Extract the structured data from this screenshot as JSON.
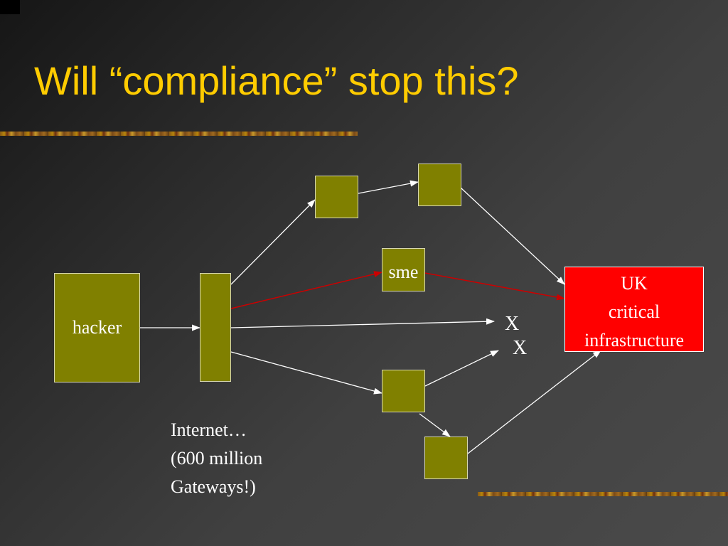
{
  "title": "Will “compliance” stop this?",
  "nodes": {
    "hacker": "hacker",
    "sme": "sme",
    "target_lines": [
      "UK",
      "critical",
      "infrastructure"
    ]
  },
  "blocked_marks": [
    "X",
    "X"
  ],
  "internet_note_lines": [
    "Internet…",
    "(600 million",
    "Gateways!)"
  ],
  "colors": {
    "title": "#ffcc00",
    "node_fill": "#808000",
    "target_fill": "#ff0000",
    "attack_path": "#cc0000",
    "connector": "#ffffff"
  }
}
